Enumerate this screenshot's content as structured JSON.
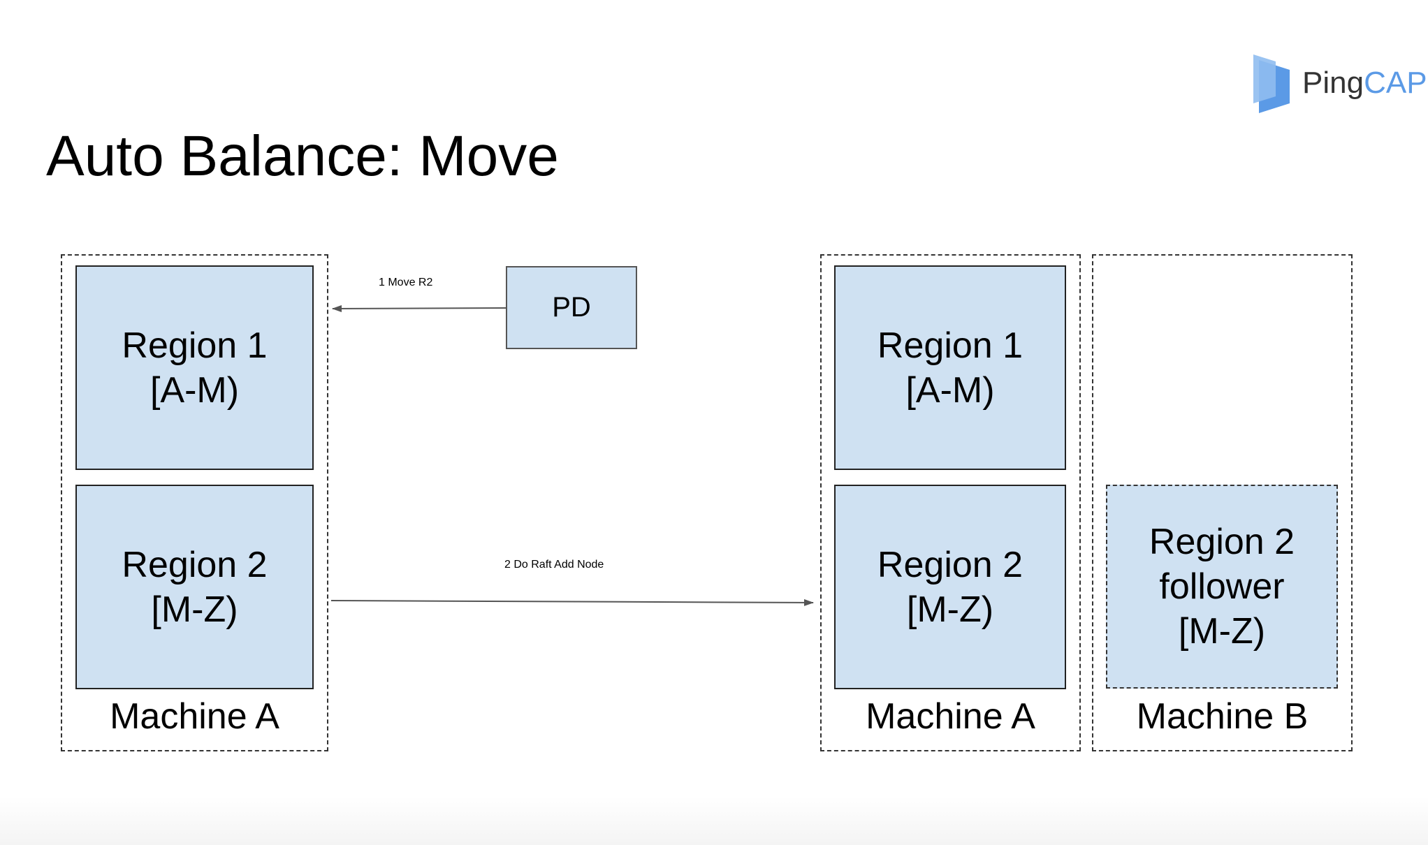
{
  "slide": {
    "title": "Auto Balance: Move",
    "logo": {
      "text_ping": "Ping",
      "text_cap": "CAP",
      "icon": "pingcap-logo-icon",
      "brand_color": "#5b9ae6"
    }
  },
  "colors": {
    "region_fill": "#cfe1f2",
    "border": "#333333",
    "arrow": "#555555"
  },
  "left": {
    "machine_a": {
      "label": "Machine A",
      "regions": [
        {
          "line1": "Region 1",
          "line2": "[A-M)"
        },
        {
          "line1": "Region 2",
          "line2": "[M-Z)"
        }
      ]
    }
  },
  "pd": {
    "label": "PD"
  },
  "arrows": {
    "move": {
      "label": "1 Move R2"
    },
    "add_node": {
      "label": "2 Do Raft Add Node"
    }
  },
  "right": {
    "machine_a": {
      "label": "Machine A",
      "regions": [
        {
          "line1": "Region 1",
          "line2": "[A-M)"
        },
        {
          "line1": "Region 2",
          "line2": "[M-Z)"
        }
      ]
    },
    "machine_b": {
      "label": "Machine B",
      "region": {
        "line1": "Region 2",
        "line2": "follower",
        "line3": "[M-Z)"
      }
    }
  }
}
